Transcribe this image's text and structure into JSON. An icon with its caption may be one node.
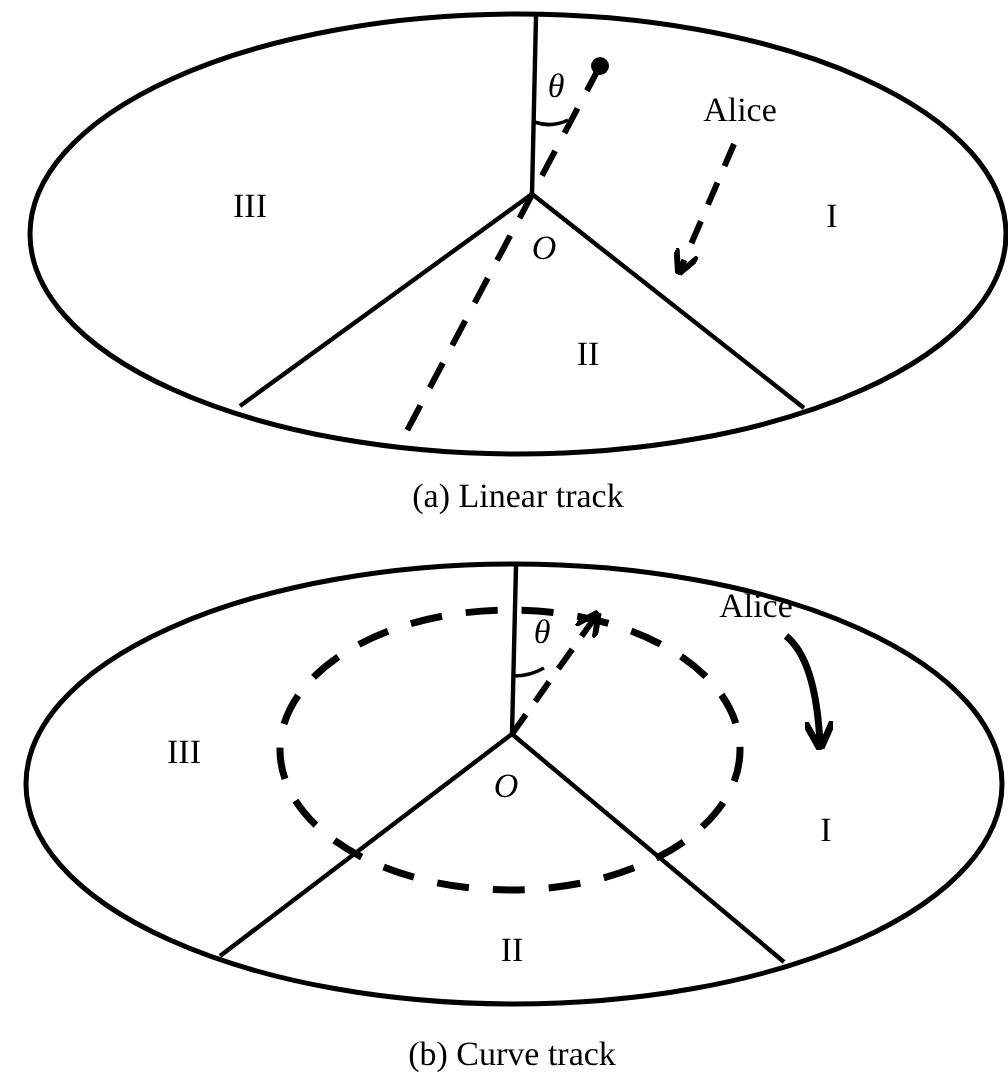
{
  "diagram": {
    "labels": [
      "θ",
      "Alice",
      "III",
      "I",
      "O",
      "II",
      "(a) Linear track",
      "Alice",
      "θ",
      "III",
      "O",
      "I",
      "II",
      "(b) Curve track"
    ]
  }
}
